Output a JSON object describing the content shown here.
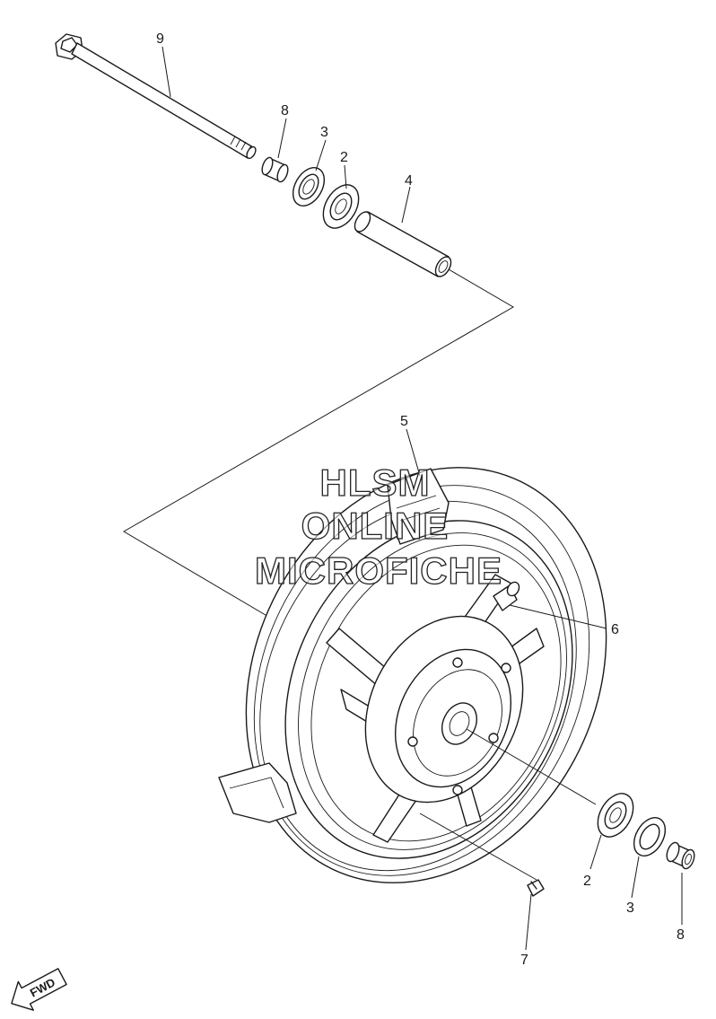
{
  "watermark": {
    "line1": "HLSM",
    "line2": "ONLINE",
    "line3": "MICROFICHE"
  },
  "callouts": {
    "axle": "9",
    "collar_top": "8",
    "oil_seal_top": "3",
    "bearing_top": "2",
    "spacer": "4",
    "balance_weight": "5",
    "valve": "6",
    "valve_cap": "7",
    "bearing_bottom": "2",
    "oil_seal_bottom": "3",
    "collar_bottom": "8"
  },
  "fwd_badge": {
    "label": "FWD",
    "icon": "fwd-arrow-icon"
  },
  "colors": {
    "line": "#1a1a1a",
    "background": "#ffffff"
  }
}
